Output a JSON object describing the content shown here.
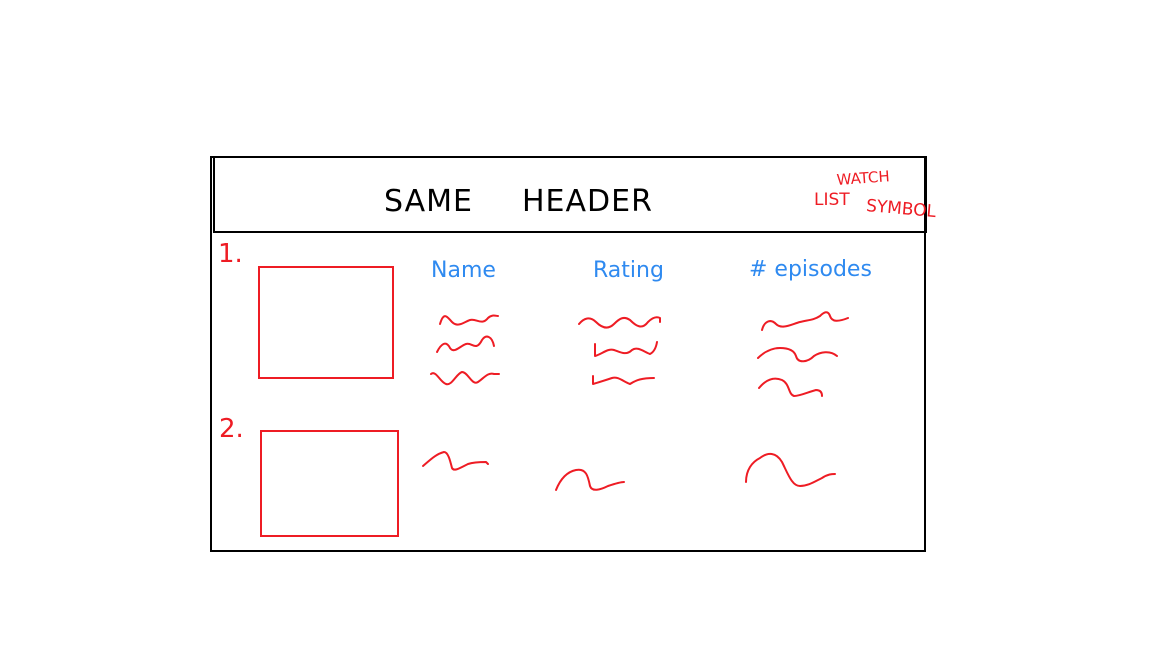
{
  "header": {
    "title_part1": "SAME",
    "title_part2": "HEADER",
    "watchlist_line1": "WATCH",
    "watchlist_line2a": "LIST",
    "watchlist_line2b": "SYMBOL"
  },
  "columns": {
    "name": "Name",
    "rating": "Rating",
    "episodes": "# episodes"
  },
  "rows": [
    {
      "number": "1."
    },
    {
      "number": "2."
    }
  ],
  "colors": {
    "sketch_red": "#ee1c24",
    "column_blue": "#2f8af0",
    "outline": "#000000"
  }
}
